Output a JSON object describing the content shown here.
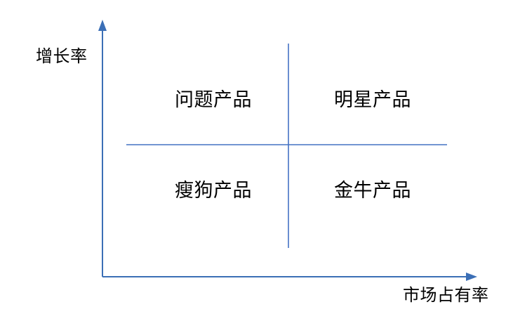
{
  "chart_data": {
    "type": "diagram",
    "diagram_kind": "bcg-growth-share-matrix",
    "title": "",
    "xlabel": "市场占有率",
    "ylabel": "增长率",
    "grid": false,
    "legend": false,
    "axes": {
      "x": {
        "label": "市场占有率",
        "direction": "increasing-right",
        "arrow": true
      },
      "y": {
        "label": "增长率",
        "direction": "increasing-up",
        "arrow": true
      }
    },
    "quadrants": [
      {
        "id": "question-marks",
        "label": "问题产品",
        "x_position": "low-share",
        "y_position": "high-growth"
      },
      {
        "id": "stars",
        "label": "明星产品",
        "x_position": "high-share",
        "y_position": "high-growth"
      },
      {
        "id": "dogs",
        "label": "瘦狗产品",
        "x_position": "low-share",
        "y_position": "low-growth"
      },
      {
        "id": "cash-cows",
        "label": "金牛产品",
        "x_position": "high-share",
        "y_position": "low-growth"
      }
    ]
  },
  "diagram": {
    "y_axis_label": "增长率",
    "x_axis_label": "市场占有率",
    "quadrant_top_left": "问题产品",
    "quadrant_top_right": "明星产品",
    "quadrant_bottom_left": "瘦狗产品",
    "quadrant_bottom_right": "金牛产品"
  },
  "colors": {
    "axis_line": "#3B6FB6",
    "divider_line": "#4472C4",
    "text": "#000000",
    "background": "#FFFFFF"
  }
}
